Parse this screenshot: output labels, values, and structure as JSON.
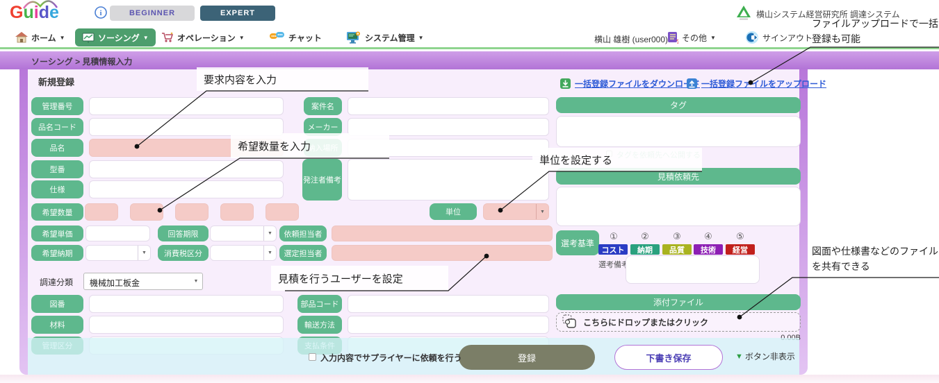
{
  "header": {
    "logo_chars": [
      "G",
      "u",
      "i",
      "d",
      "e"
    ],
    "beginner": "BEGINNER",
    "expert": "EXPERT",
    "org": "横山システム経営研究所 調達システム"
  },
  "nav": {
    "items": [
      {
        "label": "ホーム",
        "caret": "▼"
      },
      {
        "label": "ソーシング",
        "caret": "▼"
      },
      {
        "label": "オペレーション",
        "caret": "▼"
      },
      {
        "label": "チャット",
        "caret": ""
      },
      {
        "label": "システム管理",
        "caret": "▼"
      }
    ],
    "user": "横山 雄樹 (user000)",
    "more": "その他",
    "more_caret": "▼",
    "signout": "サインアウト"
  },
  "breadcrumb": "ソーシング > 見積情報入力",
  "form": {
    "title": "新規登録",
    "bulk_download": "一括登録ファイルをダウンロード",
    "bulk_upload": "一括登録ファイルをアップロード",
    "labels": {
      "kanriBango": "管理番号",
      "hinmeiCode": "品名コード",
      "hinmei": "品名",
      "kataban": "型番",
      "shiyo": "仕様",
      "kiboSuryo": "希望数量",
      "kiboTanka": "希望単価",
      "kaitoKigen": "回答期限",
      "kiboNoki": "希望納期",
      "shohizeiKubun": "消費税区分",
      "iraiTantosha": "依頼担当者",
      "senteiTantosha": "選定担当者",
      "chotatsuBunrui": "調達分類",
      "zuban": "図番",
      "zairyo": "材料",
      "kanriKubun": "管理区分",
      "ankenMei": "案件名",
      "maker": "メーカー",
      "nonyuBasho": "納入場所",
      "hatchushaBiko": "発注者備考",
      "tani": "単位",
      "buhinCode": "部品コード",
      "yusoHoho": "輸送方法",
      "shiharaiJoken": "支払条件",
      "tag": "タグ",
      "tagPublish": "タグを依頼先へ公開する",
      "mitsumoriIraisaki": "見積依頼先",
      "senkoKijun": "選考基準",
      "senkoBiko": "選考備考",
      "tempuFile": "添付ファイル"
    },
    "procurement_value": "機械加工板金",
    "criteria": {
      "items": [
        {
          "num": "①",
          "label": "コスト",
          "color": "#2a3cc4"
        },
        {
          "num": "②",
          "label": "納期",
          "color": "#2aa17e"
        },
        {
          "num": "③",
          "label": "品質",
          "color": "#a9b320"
        },
        {
          "num": "④",
          "label": "技術",
          "color": "#8d1fb4"
        },
        {
          "num": "⑤",
          "label": "経営",
          "color": "#c1201c"
        }
      ]
    },
    "attachments": {
      "dropzone": "こちらにドロップまたはクリック",
      "size": "0.00B"
    },
    "footer": {
      "checkbox_label": "入力内容でサプライヤーに依頼を行う",
      "register": "登録",
      "draft": "下書き保存",
      "hide_buttons": "ボタン非表示"
    }
  },
  "annotations": {
    "request_content": "要求内容を入力",
    "quantity": "希望数量を入力",
    "unit": "単位を設定する",
    "select_user": "見積を行うユーザーを設定",
    "bulk_upload_note": "ファイルアップロードで一括登録も可能",
    "file_share_note": "図面や仕様書などのファイルを共有できる"
  },
  "colors": {
    "label_green": "#5eb88d",
    "required_pink": "#f5cbc7",
    "panel_lavender": "#f8eefc",
    "frame_purple": "#b877da",
    "active_nav_green": "#4d9e6d",
    "link_blue": "#2e5bd7",
    "register_olive": "#7b7e67",
    "draft_border_purple": "#b273d6",
    "cyan_band": "#d5f3f7"
  }
}
